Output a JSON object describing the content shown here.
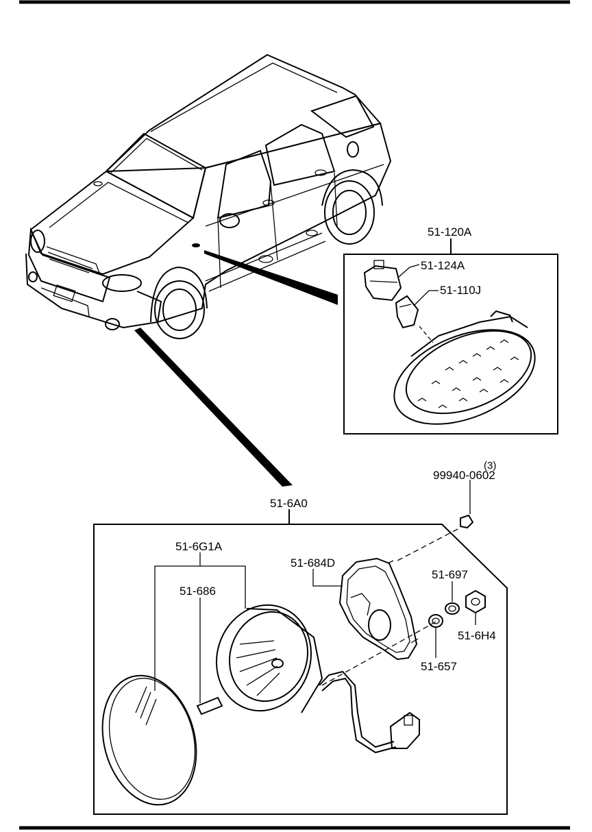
{
  "figure": {
    "title": "",
    "parts": {
      "side_marker_assembly": "51-120A",
      "side_marker_socket": "51-124A",
      "side_marker_bulb": "51-110J",
      "fog_lamp_assembly": "51-6A0",
      "fog_lamp_unit": "51-6G1A",
      "fog_lamp_bulb": "51-686",
      "fog_lamp_bracket": "51-684D",
      "washer": "51-697",
      "spacer": "51-657",
      "nut": "51-6H4",
      "nut_std": "99940-0602",
      "nut_std_qty": "(3)"
    }
  },
  "colors": {
    "ink": "#000000",
    "paper": "#ffffff"
  }
}
